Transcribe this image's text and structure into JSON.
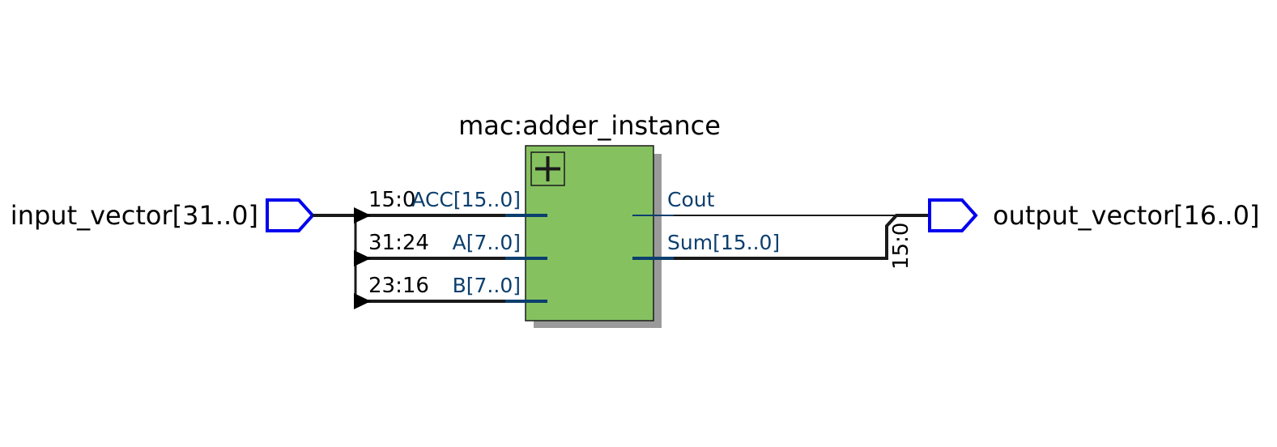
{
  "diagram": {
    "input_port": {
      "label": "input_vector[31..0]"
    },
    "output_port": {
      "label": "output_vector[16..0]"
    },
    "instance": {
      "title": "mac:adder_instance",
      "inputs": [
        {
          "name": "ACC[15..0]",
          "slice": "15:0"
        },
        {
          "name": "A[7..0]",
          "slice": "31:24"
        },
        {
          "name": "B[7..0]",
          "slice": "23:16"
        }
      ],
      "outputs": [
        {
          "name": "Cout"
        },
        {
          "name": "Sum[15..0]"
        }
      ],
      "expand_icon": "plus-icon"
    },
    "output_slice": "15:0"
  },
  "colors": {
    "port_outline": "#0000ee",
    "block_fill": "#86c160",
    "block_shadow": "#9a9a9a",
    "pin_color": "#0b3f6e",
    "wire": "#1a1a1a",
    "text": "#000000"
  }
}
